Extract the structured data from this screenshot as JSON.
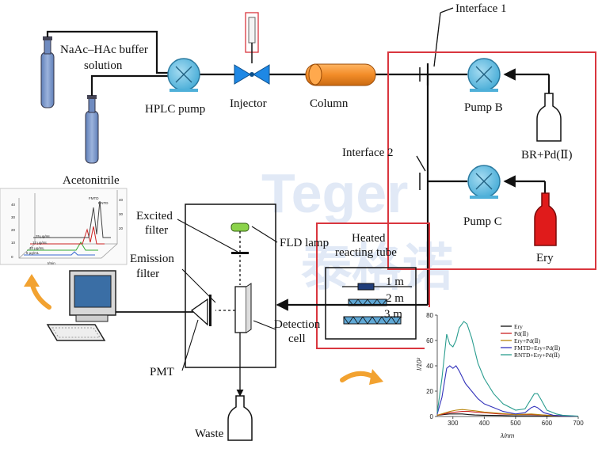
{
  "labels": {
    "buffer": [
      "NaAc–HAc buffer",
      "solution"
    ],
    "hplc_pump": "HPLC pump",
    "injector": "Injector",
    "column": "Column",
    "acetonitrile": "Acetonitrile",
    "interface1": "Interface 1",
    "interface2": "Interface 2",
    "pump_b": "Pump B",
    "pump_c": "Pump C",
    "br_pd": "BR+Pd(Ⅱ)",
    "ery": "Ery",
    "excited_filter": [
      "Excited",
      "filter"
    ],
    "emission_filter": [
      "Emission",
      "filter"
    ],
    "fld_lamp": "FLD lamp",
    "heated_tube": [
      "Heated",
      "reacting tube"
    ],
    "len1": "1 m",
    "len2": "2 m",
    "len3": "3 m",
    "detection_cell": [
      "Detection",
      "cell"
    ],
    "pmt": "PMT",
    "waste": "Waste"
  },
  "watermark": [
    "Teger",
    "泰格诺"
  ],
  "colors": {
    "highlight_box": "#d9363e",
    "pump_fill": "#6ec1e4",
    "injector_fill": "#1e88e5",
    "column_fill": "#f28c28",
    "ery_bottle": "#e01b1b",
    "gas_bottle": "#7b97c9",
    "fld_lamp": "#8bd34a"
  },
  "chart_data": [
    {
      "type": "line",
      "xlabel": "λ/nm",
      "ylabel": "I/10²",
      "xlim": [
        250,
        700
      ],
      "ylim": [
        0,
        80
      ],
      "xticks": [
        300,
        400,
        500,
        600,
        700
      ],
      "yticks": [
        0,
        20,
        40,
        60,
        80
      ],
      "legend_position": "top-right",
      "series": [
        {
          "name": "Ery",
          "color": "#111111",
          "x": [
            250,
            270,
            290,
            310,
            330,
            350,
            370,
            400,
            450,
            500,
            550,
            600,
            650,
            700
          ],
          "y": [
            1,
            1.5,
            2,
            2,
            2,
            1.5,
            1.2,
            1,
            0.8,
            0.5,
            0.5,
            0.3,
            0.2,
            0.1
          ]
        },
        {
          "name": "Pd(Ⅱ)",
          "color": "#cc2222",
          "x": [
            250,
            270,
            290,
            310,
            330,
            350,
            370,
            400,
            450,
            500,
            550,
            600,
            650,
            700
          ],
          "y": [
            1,
            2,
            3,
            3.5,
            4,
            4,
            3.5,
            3,
            2,
            1.5,
            1.5,
            1,
            0.5,
            0.2
          ]
        },
        {
          "name": "Ery+Pd(Ⅱ)",
          "color": "#b8860b",
          "x": [
            250,
            270,
            290,
            310,
            330,
            350,
            370,
            400,
            450,
            500,
            550,
            600,
            650,
            700
          ],
          "y": [
            1,
            2.5,
            4,
            5,
            5.5,
            5,
            4.5,
            3.5,
            2.5,
            1.5,
            2,
            1,
            0.5,
            0.2
          ]
        },
        {
          "name": "FMTD+Ery+Pd(Ⅱ)",
          "color": "#3333bb",
          "x": [
            250,
            265,
            280,
            290,
            300,
            310,
            320,
            340,
            360,
            380,
            400,
            430,
            460,
            500,
            530,
            550,
            560,
            570,
            590,
            620,
            650,
            700
          ],
          "y": [
            2,
            15,
            38,
            40,
            38,
            40,
            36,
            26,
            20,
            14,
            10,
            7,
            4,
            2,
            3,
            7,
            8,
            7,
            3,
            1,
            0.5,
            0.2
          ]
        },
        {
          "name": "RNTD+Ery+Pd(Ⅱ)",
          "color": "#2a9d8f",
          "x": [
            250,
            265,
            280,
            290,
            300,
            310,
            320,
            335,
            345,
            360,
            380,
            400,
            430,
            460,
            500,
            530,
            550,
            560,
            570,
            580,
            600,
            630,
            650,
            700
          ],
          "y": [
            3,
            30,
            65,
            57,
            55,
            60,
            70,
            75,
            73,
            62,
            42,
            30,
            18,
            10,
            5,
            6,
            14,
            18,
            18,
            14,
            5,
            2,
            1,
            0.3
          ]
        }
      ]
    },
    {
      "type": "line",
      "xlabel": "t/min",
      "ylabel": "",
      "series_labels": [
        "25 μg/mL",
        "12 μg/mL",
        "10 μg/mL",
        "5 μg/mL"
      ],
      "peak_labels": [
        "FMTD",
        "RNTD"
      ],
      "yticks": [
        0,
        10,
        20,
        30,
        40
      ],
      "ztick_labels": [
        "20",
        "30",
        "40"
      ]
    }
  ]
}
